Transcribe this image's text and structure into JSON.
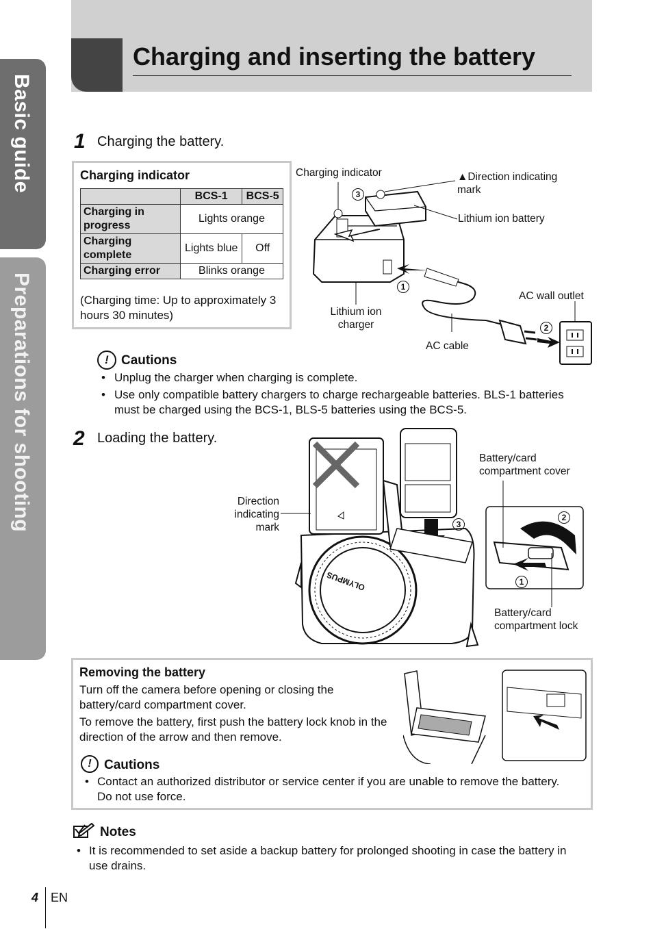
{
  "side_tabs": {
    "basic_guide": "Basic guide",
    "preparations": "Preparations for shooting"
  },
  "header": {
    "title": "Charging and inserting the battery"
  },
  "step1": {
    "number": "1",
    "text": "Charging the battery.",
    "indicator_box": {
      "title": "Charging indicator",
      "columns": [
        "BCS-1",
        "BCS-5"
      ],
      "rows": [
        {
          "label": "Charging in progress",
          "value": "Lights orange"
        },
        {
          "label": "Charging complete",
          "bcs1": "Lights blue",
          "bcs5": "Off"
        },
        {
          "label": "Charging error",
          "value": "Blinks orange"
        }
      ],
      "note": "(Charging time: Up to approximately 3 hours 30 minutes)"
    },
    "figure": {
      "charging_indicator": "Charging indicator",
      "direction_mark": "▲Direction indicating mark",
      "lithium_battery": "Lithium ion battery",
      "charger": "Lithium ion charger",
      "ac_cable": "AC cable",
      "wall_outlet": "AC wall outlet",
      "n1": "1",
      "n2": "2",
      "n3": "3"
    },
    "cautions": {
      "title": "Cautions",
      "items": [
        "Unplug the charger when charging is complete.",
        "Use only compatible battery chargers to charge rechargeable batteries. BLS-1 batteries must be charged using the BCS-1, BLS-5 batteries using the BCS-5."
      ]
    }
  },
  "step2": {
    "number": "2",
    "text": "Loading the battery.",
    "figure": {
      "direction_mark": "Direction indicating mark",
      "compartment_cover": "Battery/card compartment cover",
      "compartment_lock": "Battery/card compartment lock",
      "brand": "OLYMPUS",
      "n1": "1",
      "n2": "2",
      "n3": "3"
    }
  },
  "removing": {
    "title": "Removing the battery",
    "p1": "Turn off the camera before opening or closing the battery/card compartment cover.",
    "p2": "To remove the battery, first push the battery lock knob in the direction of the arrow and then remove.",
    "cautions_title": "Cautions",
    "caution_item": "Contact an authorized distributor or service center if you are unable to remove the battery. Do not use force."
  },
  "notes": {
    "title": "Notes",
    "item": "It is recommended to set aside a backup battery for prolonged shooting in case the battery in use drains."
  },
  "footer": {
    "page_number": "4",
    "lang": "EN"
  },
  "colors": {
    "tab_dark": "#6e6e6e",
    "tab_light": "#9c9c9c",
    "header_band": "#d0d0d0",
    "header_block": "#444444",
    "box_border": "#c8c8c8",
    "table_header": "#d9d9d9"
  }
}
